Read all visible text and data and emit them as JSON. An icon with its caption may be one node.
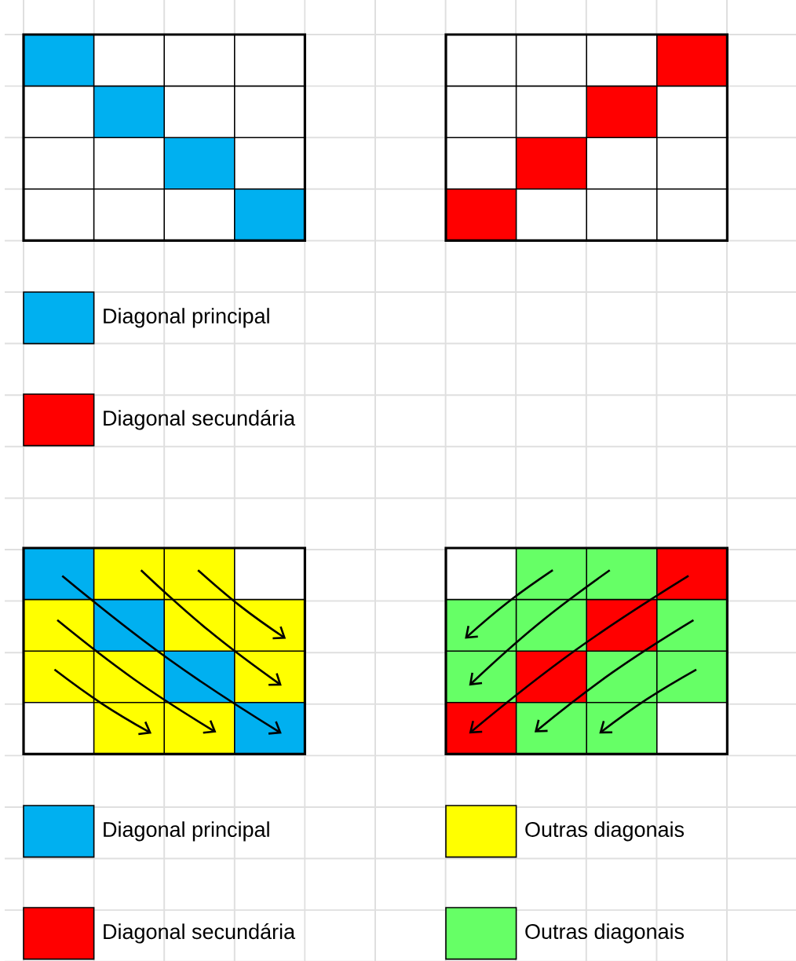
{
  "diagram": {
    "legend": [
      {
        "text": "Diagonal principal",
        "color": "#00b0f0"
      },
      {
        "text": "Diagonal secundária",
        "color": "#ff0000"
      },
      {
        "text": "Diagonal principal",
        "color": "#00b0f0"
      },
      {
        "text": "Outras diagonais",
        "color": "#ffff00"
      },
      {
        "text": "Diagonal secundária",
        "color": "#ff0000"
      },
      {
        "text": "Outras diagonais",
        "color": "#66ff66"
      }
    ]
  }
}
